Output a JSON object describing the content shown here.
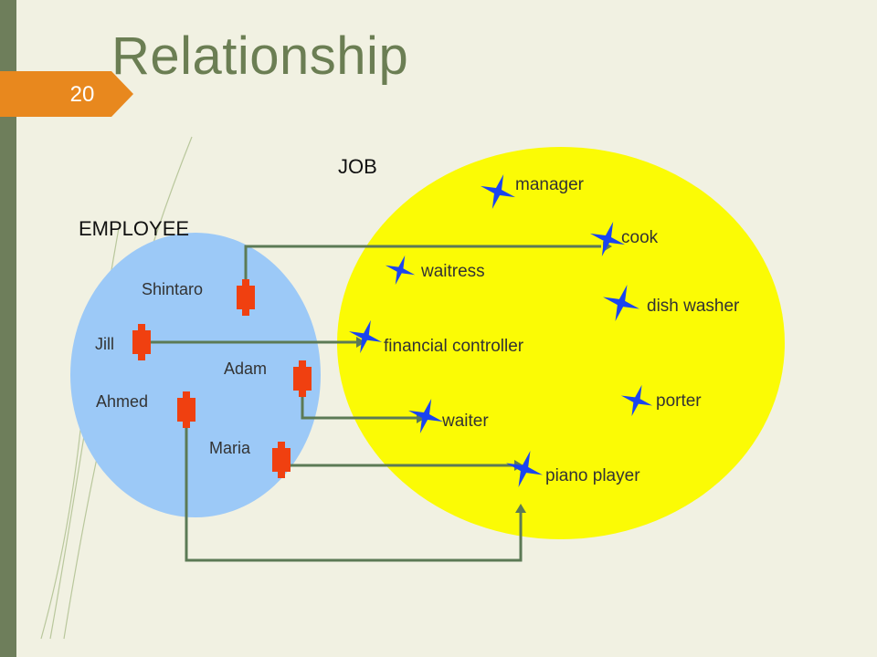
{
  "slide": {
    "title": "Relationship",
    "page_number": "20"
  },
  "colors": {
    "accent_orange": "#e8881e",
    "employee_set": "#9cc9f7",
    "job_set": "#fbfb05",
    "employee_marker": "#f04010",
    "job_marker": "#1a44f0",
    "connector": "#5c7a55"
  },
  "sets": {
    "employee": {
      "label": "EMPLOYEE"
    },
    "job": {
      "label": "JOB"
    }
  },
  "employees": [
    {
      "id": "shintaro",
      "name": "Shintaro"
    },
    {
      "id": "jill",
      "name": "Jill"
    },
    {
      "id": "adam",
      "name": "Adam"
    },
    {
      "id": "ahmed",
      "name": "Ahmed"
    },
    {
      "id": "maria",
      "name": "Maria"
    }
  ],
  "jobs": [
    {
      "id": "manager",
      "name": "manager"
    },
    {
      "id": "cook",
      "name": "cook"
    },
    {
      "id": "waitress",
      "name": "waitress"
    },
    {
      "id": "dish-washer",
      "name": "dish washer"
    },
    {
      "id": "financial-controller",
      "name": "financial controller"
    },
    {
      "id": "porter",
      "name": "porter"
    },
    {
      "id": "waiter",
      "name": "waiter"
    },
    {
      "id": "piano-player",
      "name": "piano player"
    }
  ],
  "relationships": [
    {
      "employee": "Shintaro",
      "job": "cook"
    },
    {
      "employee": "Jill",
      "job": "financial controller"
    },
    {
      "employee": "Adam",
      "job": "waiter"
    },
    {
      "employee": "Maria",
      "job": "piano player"
    },
    {
      "employee": "Ahmed",
      "job": "piano player"
    }
  ]
}
